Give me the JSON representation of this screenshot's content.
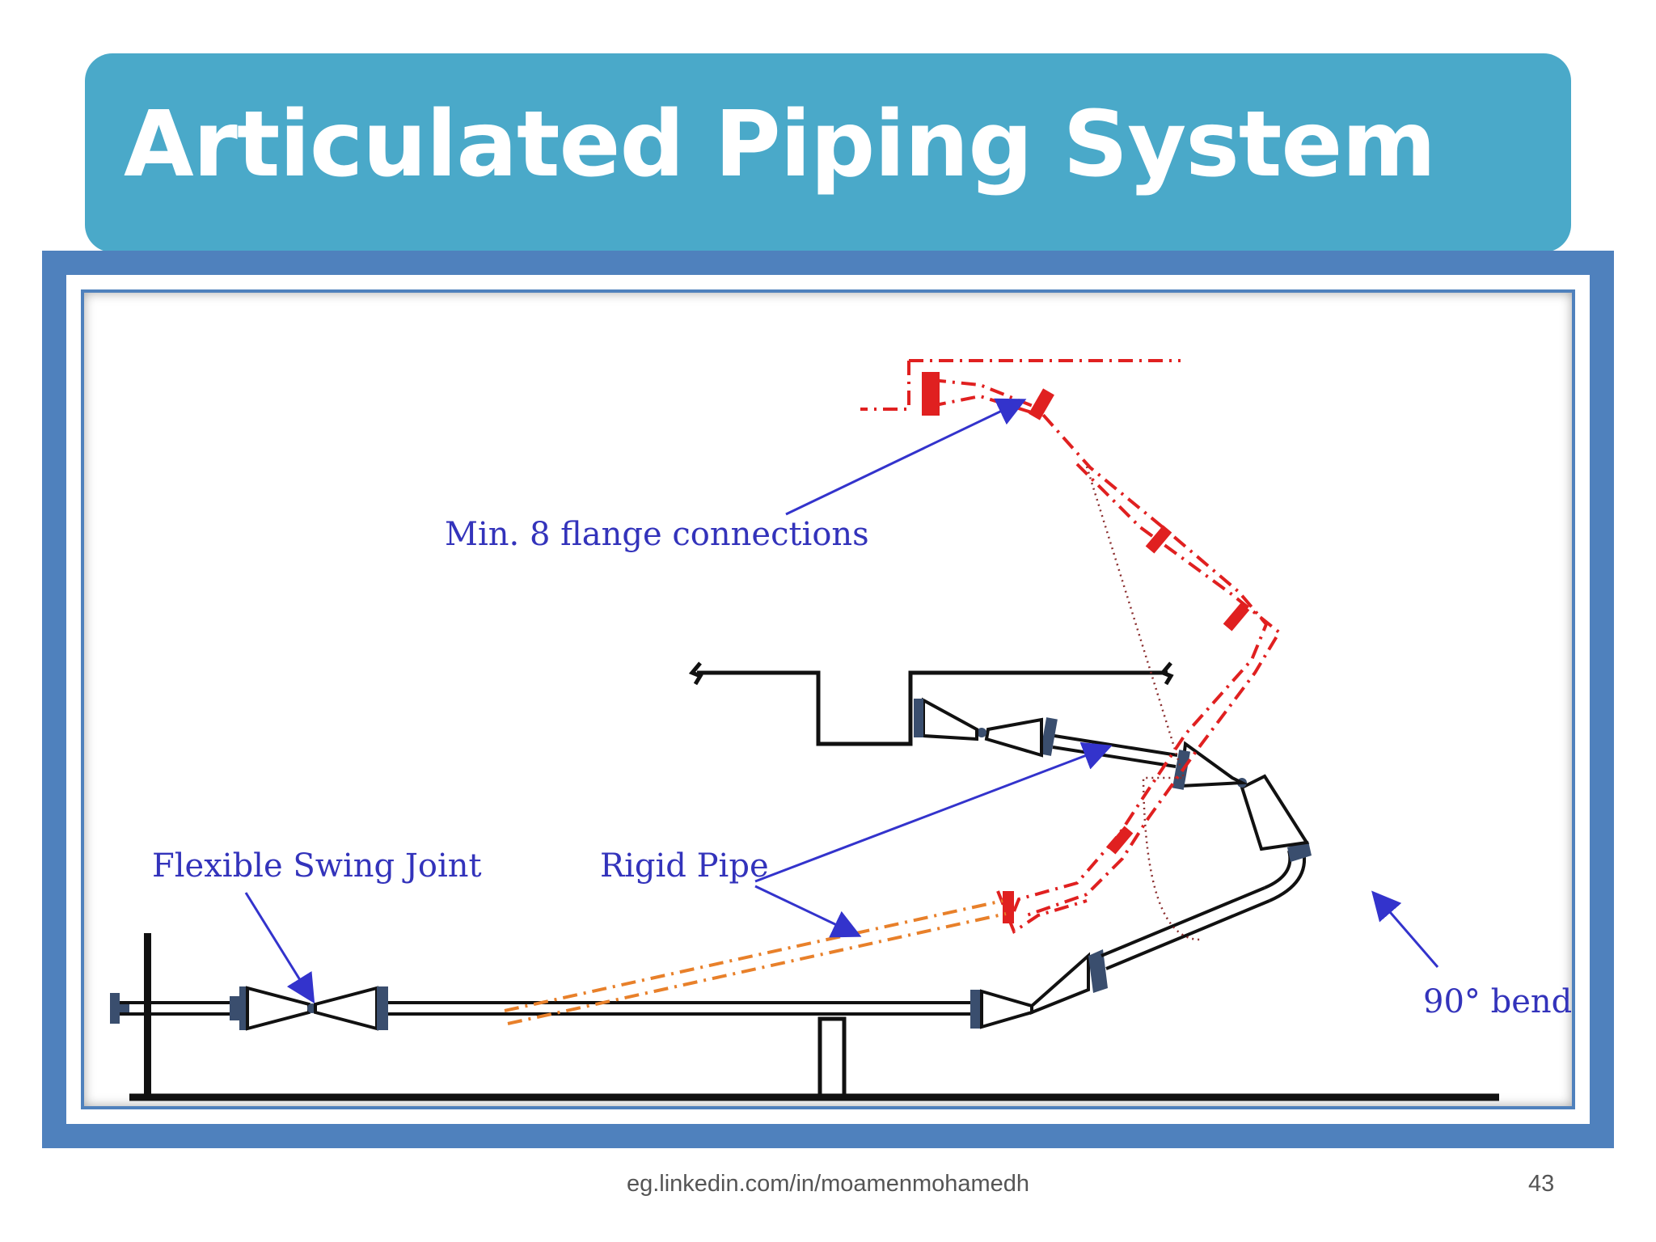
{
  "slide": {
    "title": "Articulated Piping System",
    "footer_link": "eg.linkedin.com/in/moamenmohamedh",
    "page_number": "43"
  },
  "diagram": {
    "labels": {
      "flange": "Min. 8 flange connections",
      "swing_joint": "Flexible Swing Joint",
      "rigid_pipe": "Rigid Pipe",
      "bend": "90° bend"
    }
  },
  "colors": {
    "title_banner": "#4aa9c9",
    "frame": "#4f81bd",
    "pipe": "#111111",
    "callout": "#3333bb",
    "displaced_red": "#e02020",
    "displaced_orange": "#e8802a"
  }
}
